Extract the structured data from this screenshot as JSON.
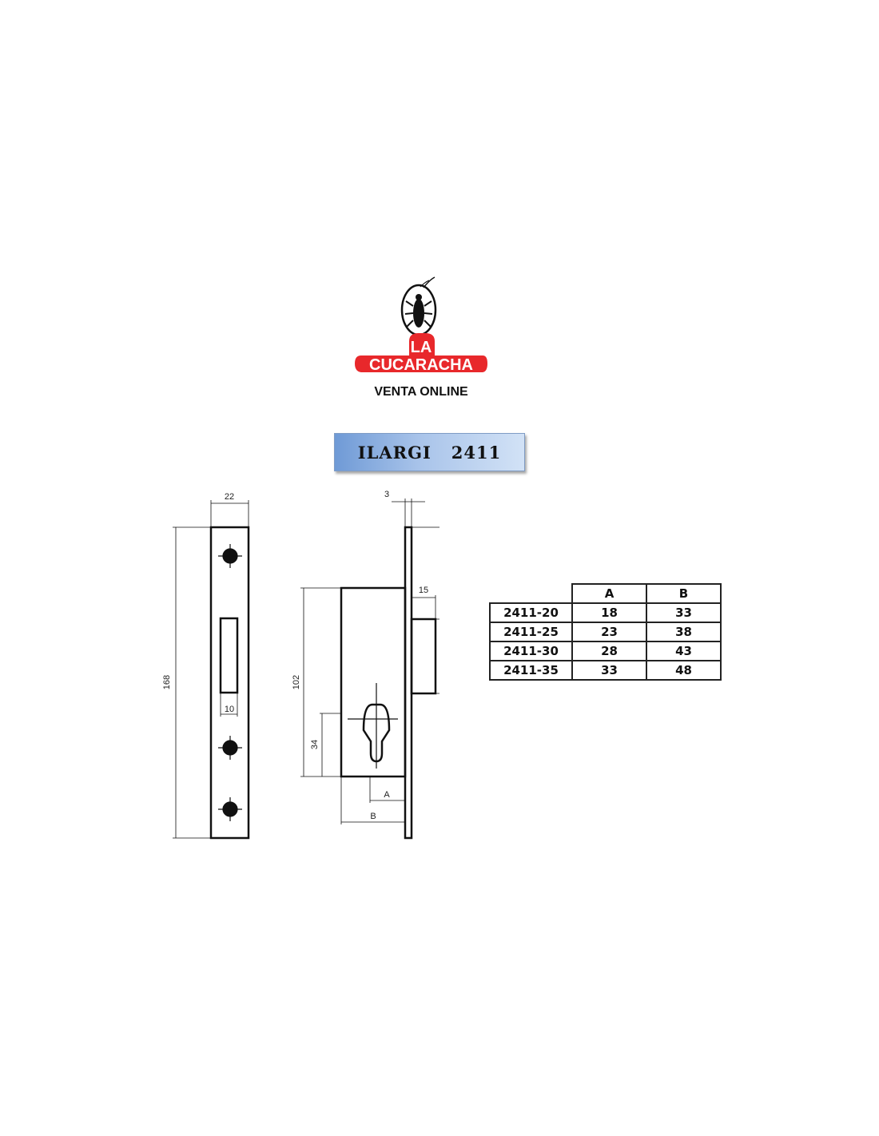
{
  "logo": {
    "line1": "LA",
    "line2": "CUCARACHA",
    "line3": "VENTA ONLINE",
    "icon": "cockroach-icon",
    "brand_color": "#e8282b"
  },
  "title": {
    "brand": "ILARGI",
    "model": "2411"
  },
  "drawing": {
    "faceplate_width": "22",
    "faceplate_height": "168",
    "slot_width": "10",
    "faceplate_thickness": "3",
    "bolt_offset": "50",
    "bolt_projection": "15",
    "bolt_height": "40",
    "case_height": "102",
    "cylinder_height": "34",
    "dim_a": "A",
    "dim_b": "B"
  },
  "table": {
    "headers": [
      "A",
      "B"
    ],
    "rows": [
      {
        "model": "2411-20",
        "a": "18",
        "b": "33"
      },
      {
        "model": "2411-25",
        "a": "23",
        "b": "38"
      },
      {
        "model": "2411-30",
        "a": "28",
        "b": "43"
      },
      {
        "model": "2411-35",
        "a": "33",
        "b": "48"
      }
    ]
  }
}
